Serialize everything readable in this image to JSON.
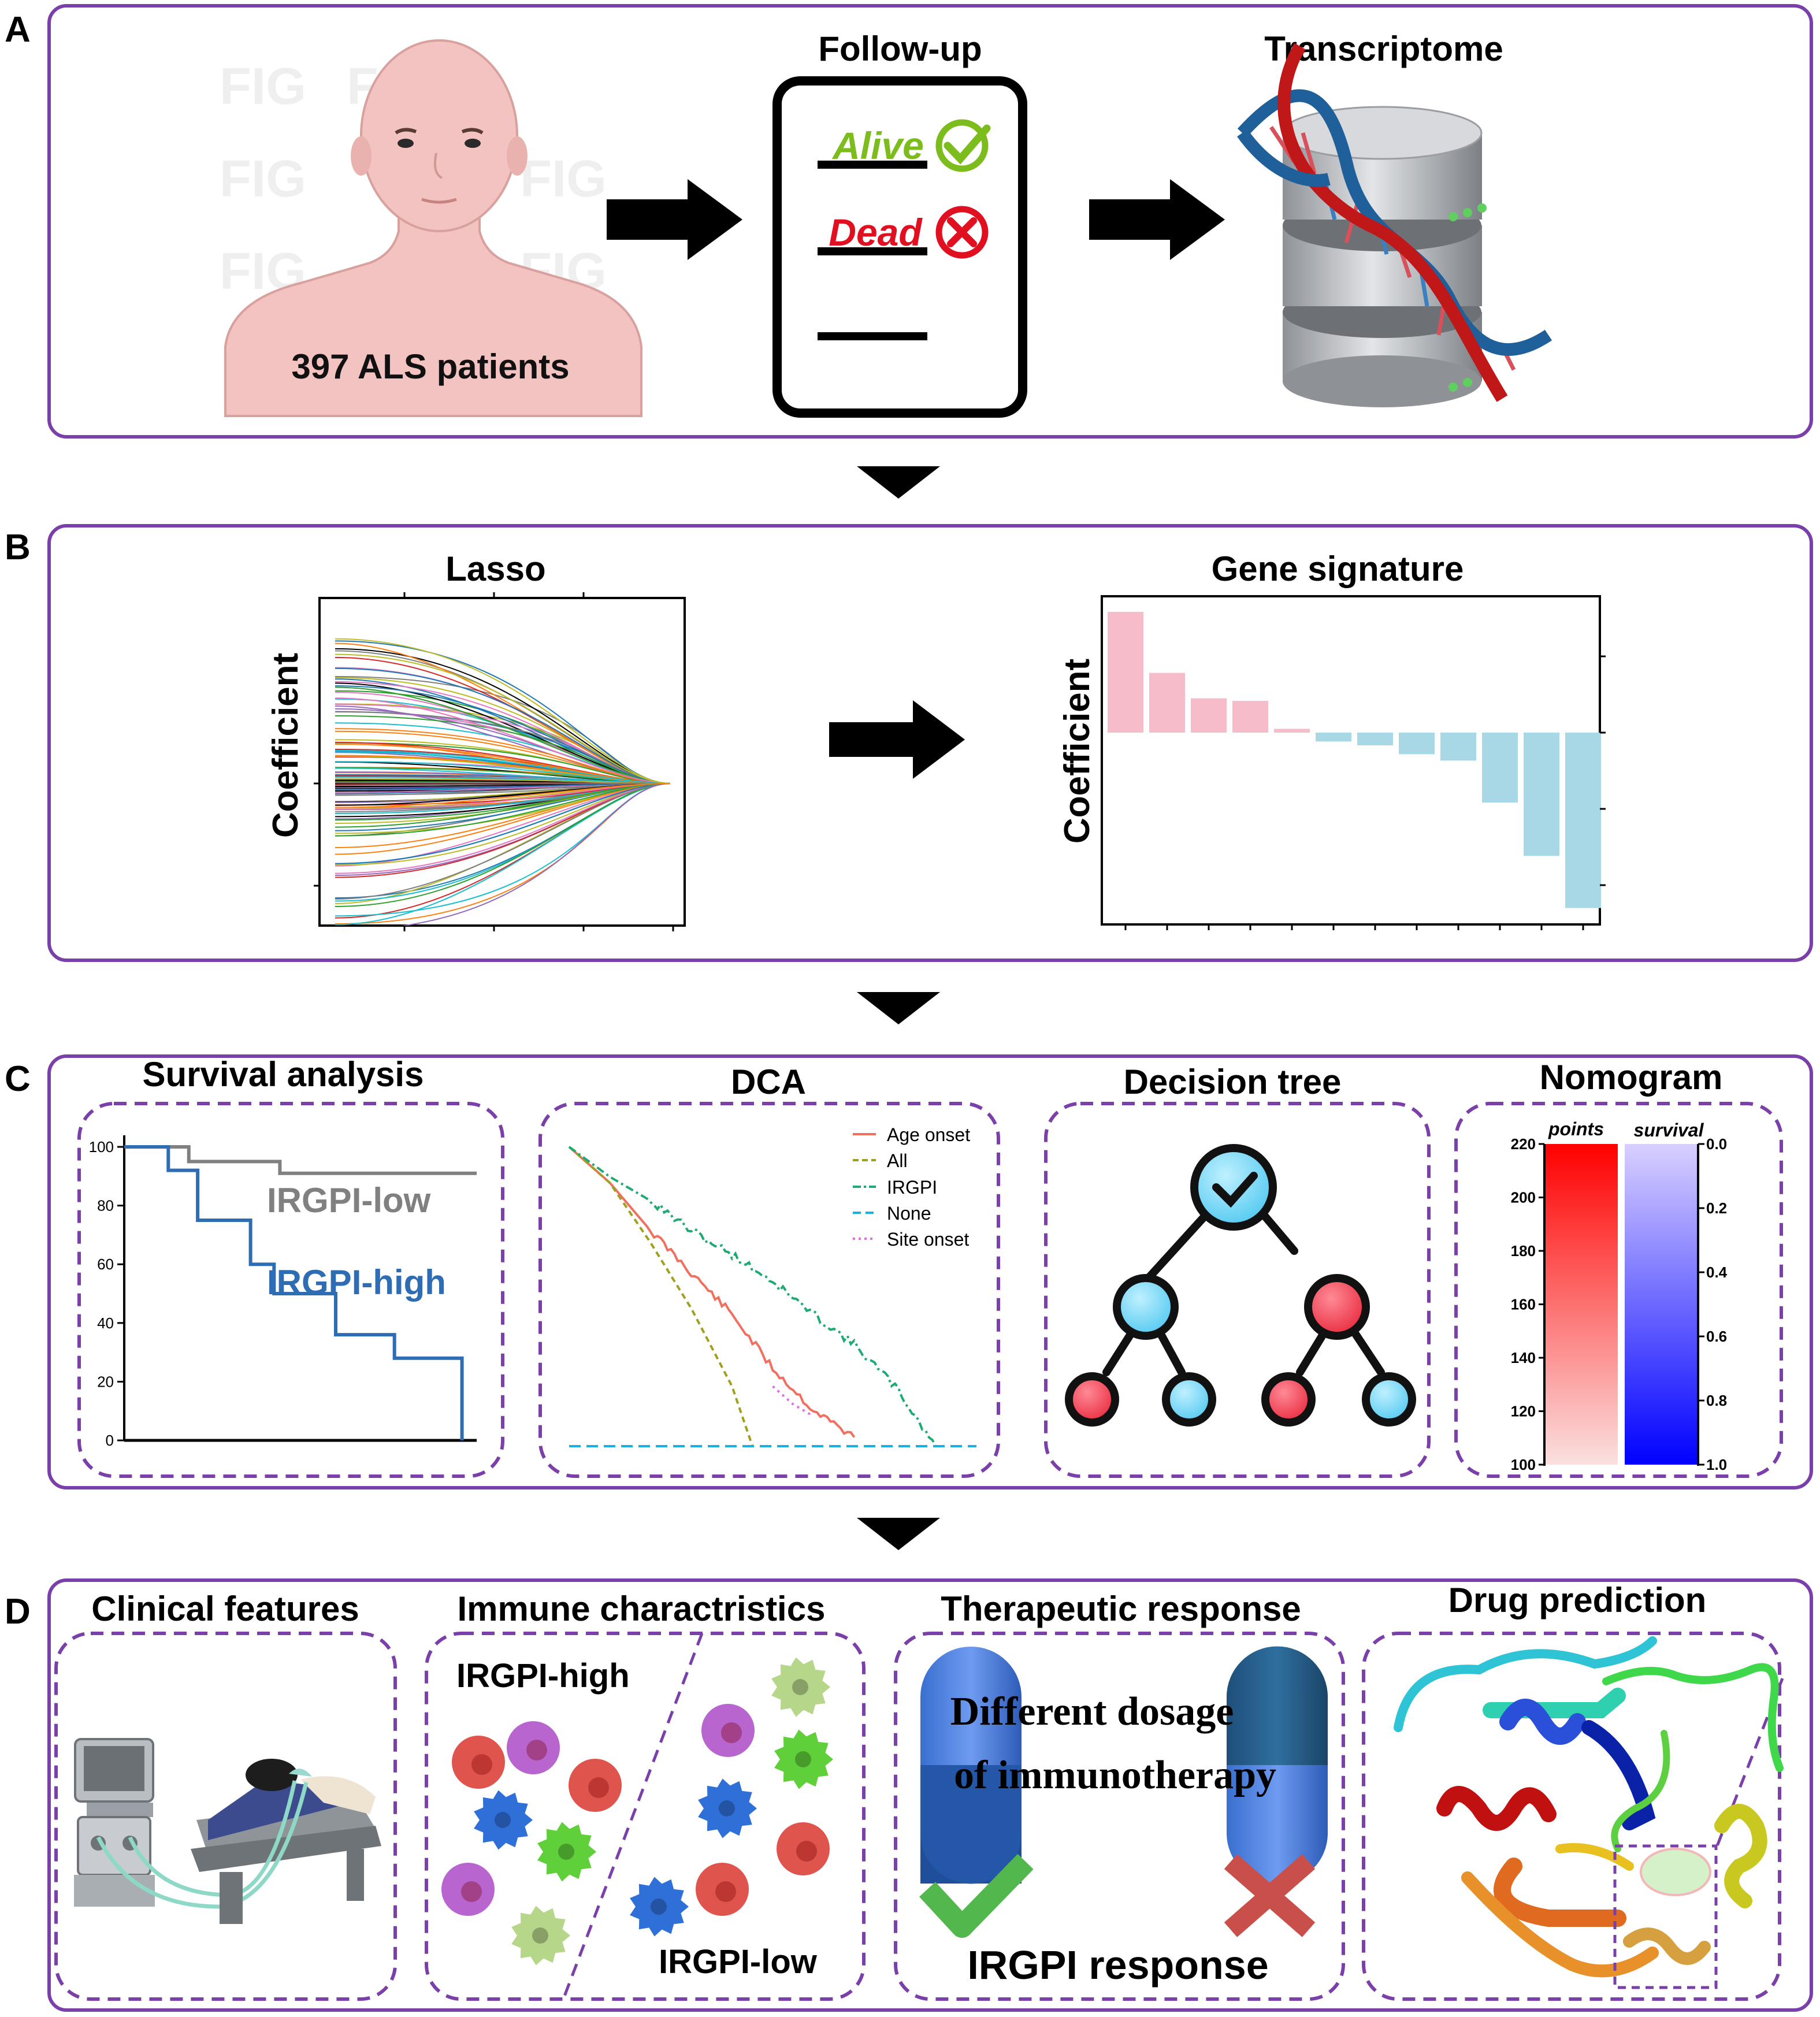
{
  "colors": {
    "frame": "#7a3fa8",
    "gray_curve": "#808080",
    "blue_curve": "#2e6db4",
    "pink_bar": "#f7bcca",
    "blue_bar": "#a8d8e6",
    "age_onset": "#f07060",
    "all": "#a0a020",
    "irgpi": "#1faa72",
    "none": "#1ab0e0",
    "site_onset": "#e070e0"
  },
  "panelA": {
    "letter": "A",
    "patients_label": "397 ALS patients",
    "followup_title": "Follow-up",
    "alive_label": "Alive",
    "dead_label": "Dead",
    "transcriptome_title": "Transcriptome"
  },
  "panelB": {
    "letter": "B",
    "lasso_title": "Lasso",
    "lasso_ylabel": "Coefficient",
    "signature_title": "Gene signature",
    "signature_ylabel": "Coefficient"
  },
  "panelC": {
    "letter": "C",
    "survival_title": "Survival analysis",
    "survival_low_label": "IRGPI-low",
    "survival_high_label": "IRGPI-high",
    "dca_title": "DCA",
    "tree_title": "Decision tree",
    "nomogram_title": "Nomogram",
    "nomogram_points_label": "points",
    "nomogram_survival_label": "survival",
    "nomogram_points_ticks": [
      "220",
      "200",
      "180",
      "160",
      "140",
      "120",
      "100"
    ],
    "nomogram_survival_ticks": [
      "0.0",
      "0.2",
      "0.4",
      "0.6",
      "0.8",
      "1.0"
    ]
  },
  "panelD": {
    "letter": "D",
    "clinical_title": "Clinical features",
    "immune_title": "Immune charactristics",
    "immune_high_label": "IRGPI-high",
    "immune_low_label": "IRGPI-low",
    "therapy_title": "Therapeutic response",
    "therapy_line1": "Different dosage",
    "therapy_line2": "of immunotherapy",
    "therapy_response": "IRGPI response",
    "drug_title": "Drug prediction"
  },
  "chart_data": [
    {
      "type": "bar",
      "title": "Gene signature",
      "ylabel": "Coefficient",
      "values": [
        0.95,
        0.47,
        0.27,
        0.25,
        0.03,
        -0.07,
        -0.1,
        -0.17,
        -0.22,
        -0.55,
        -0.97,
        -1.38
      ]
    },
    {
      "type": "line",
      "title": "Survival analysis",
      "yticks": [
        100,
        80,
        60,
        40,
        20,
        0
      ],
      "ylim": [
        0,
        100
      ],
      "xlim": [
        0,
        12
      ],
      "series": [
        {
          "name": "IRGPI-low",
          "x": [
            0,
            2.2,
            2.2,
            5.3,
            5.3,
            12
          ],
          "y": [
            100,
            100,
            95,
            95,
            91,
            91
          ]
        },
        {
          "name": "IRGPI-high",
          "x": [
            0,
            1.5,
            1.5,
            2.5,
            2.5,
            4.3,
            4.3,
            5.1,
            5.1,
            7.2,
            7.2,
            9.2,
            9.2,
            11.5,
            11.5
          ],
          "y": [
            100,
            100,
            92,
            92,
            75,
            75,
            60,
            60,
            50,
            50,
            36,
            36,
            28,
            28,
            0
          ]
        }
      ]
    },
    {
      "type": "line",
      "title": "DCA",
      "legend_position": "top-right",
      "series": [
        {
          "name": "Age onset",
          "x": [
            0,
            0.1,
            0.2,
            0.3,
            0.4,
            0.5,
            0.6,
            0.7
          ],
          "y": [
            1.0,
            0.88,
            0.72,
            0.58,
            0.44,
            0.26,
            0.12,
            0.03
          ]
        },
        {
          "name": "All",
          "x": [
            0,
            0.1,
            0.2,
            0.3,
            0.4,
            0.45
          ],
          "y": [
            1.0,
            0.88,
            0.68,
            0.46,
            0.2,
            0.0
          ]
        },
        {
          "name": "IRGPI",
          "x": [
            0,
            0.1,
            0.2,
            0.3,
            0.4,
            0.5,
            0.6,
            0.7,
            0.8,
            0.9
          ],
          "y": [
            1.0,
            0.9,
            0.82,
            0.72,
            0.64,
            0.55,
            0.44,
            0.34,
            0.2,
            0.0
          ]
        },
        {
          "name": "None",
          "x": [
            0,
            1
          ],
          "y": [
            0,
            0
          ]
        },
        {
          "name": "Site onset",
          "x": [
            0.5,
            0.55,
            0.6
          ],
          "y": [
            0.2,
            0.14,
            0.1
          ]
        }
      ]
    }
  ]
}
